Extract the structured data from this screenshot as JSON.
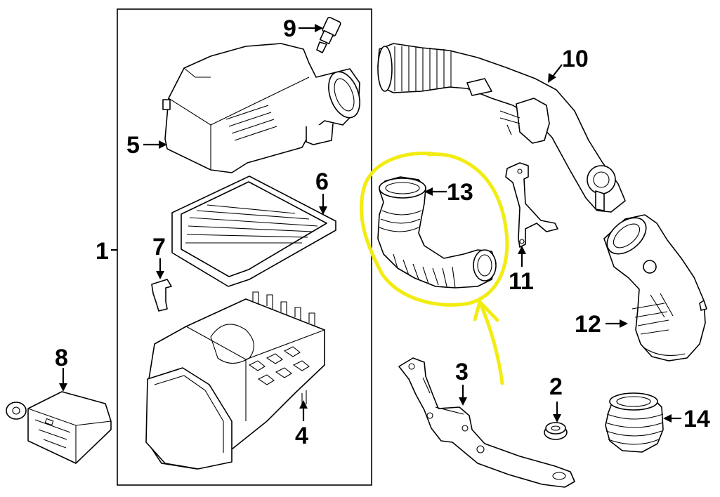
{
  "callouts": [
    {
      "id": "1",
      "label": "1"
    },
    {
      "id": "2",
      "label": "2"
    },
    {
      "id": "3",
      "label": "3"
    },
    {
      "id": "4",
      "label": "4"
    },
    {
      "id": "5",
      "label": "5"
    },
    {
      "id": "6",
      "label": "6"
    },
    {
      "id": "7",
      "label": "7"
    },
    {
      "id": "8",
      "label": "8"
    },
    {
      "id": "9",
      "label": "9"
    },
    {
      "id": "10",
      "label": "10"
    },
    {
      "id": "11",
      "label": "11"
    },
    {
      "id": "12",
      "label": "12"
    },
    {
      "id": "13",
      "label": "13"
    },
    {
      "id": "14",
      "label": "14"
    }
  ],
  "highlight": {
    "target_part": "13",
    "color": "#f2ec13"
  },
  "colors": {
    "ink": "#000000",
    "paper": "#ffffff",
    "highlight": "#f2ec13"
  }
}
